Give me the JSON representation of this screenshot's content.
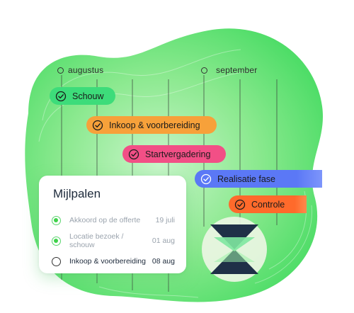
{
  "timeline": {
    "months": [
      {
        "label": "augustus"
      },
      {
        "label": "september"
      }
    ]
  },
  "phases": [
    {
      "label": "Schouw",
      "color": "#3ddc7a",
      "icon": "check-circle-icon"
    },
    {
      "label": "Inkoop & voorbereiding",
      "color": "#f7a13a",
      "icon": "check-circle-icon"
    },
    {
      "label": "Startvergadering",
      "color": "#f24f86",
      "icon": "check-circle-icon"
    },
    {
      "label": "Realisatie fase",
      "color": "#5b78f6",
      "icon": "check-circle-icon"
    },
    {
      "label": "Controle",
      "color": "#ff6a2b",
      "icon": "check-circle-icon"
    }
  ],
  "milestones": {
    "title": "Mijlpalen",
    "items": [
      {
        "label": "Akkoord op de offerte",
        "date": "19 juli",
        "status": "done"
      },
      {
        "label": "Locatie bezoek / schouw",
        "date": "01 aug",
        "status": "done"
      },
      {
        "label": "Inkoop & voorbereiding",
        "date": "08 aug",
        "status": "open"
      }
    ]
  },
  "colors": {
    "blob": "#6fe07a",
    "grid": "#3d4a3f",
    "check_done": "#3ed24a"
  }
}
